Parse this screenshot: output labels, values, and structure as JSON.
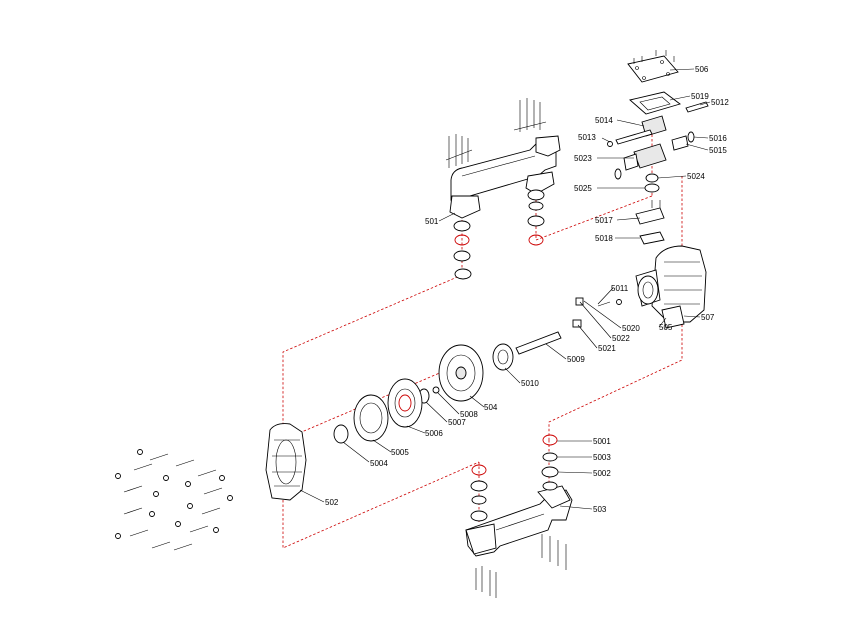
{
  "diagram": {
    "labels": {
      "l501": "501",
      "l502": "502",
      "l503": "503",
      "l504": "504",
      "l505": "505",
      "l506": "506",
      "l507": "507",
      "l5001": "5001",
      "l5002": "5002",
      "l5003": "5003",
      "l5004": "5004",
      "l5005": "5005",
      "l5006": "5006",
      "l5007": "5007",
      "l5008": "5008",
      "l5009": "5009",
      "l5010": "5010",
      "l5011": "5011",
      "l5012": "5012",
      "l5013": "5013",
      "l5014": "5014",
      "l5015": "5015",
      "l5016": "5016",
      "l5017": "5017",
      "l5018": "5018",
      "l5019": "5019",
      "l5020": "5020",
      "l5021": "5021",
      "l5022": "5022",
      "l5023": "5023",
      "l5024": "5024",
      "l5025": "5025"
    },
    "colors": {
      "line": "#000000",
      "hidden": "#cc0000",
      "fill": "#ffffff"
    }
  }
}
